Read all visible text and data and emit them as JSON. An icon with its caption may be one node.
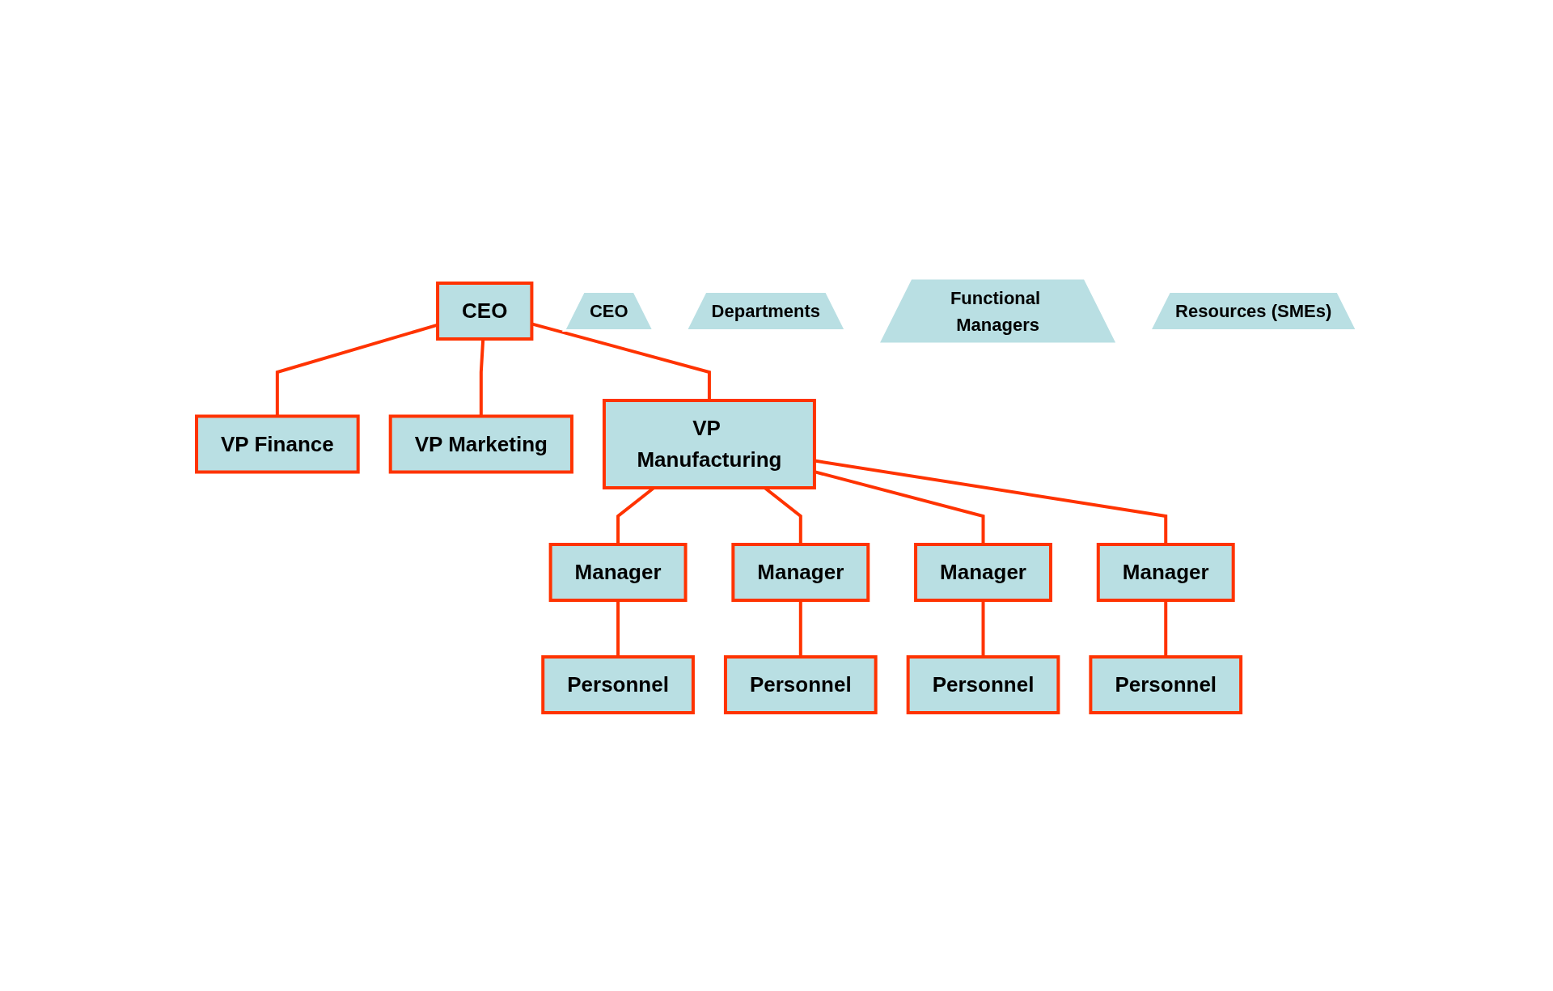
{
  "diagram": {
    "nodes": [
      {
        "text": [
          "CEO"
        ]
      },
      {
        "text": [
          "Departments"
        ]
      },
      {
        "text": [
          "Functional Managers"
        ]
      },
      {
        "text": [
          "Resources (SMEs)"
        ]
      },
      {
        "text": [
          "CEO"
        ]
      },
      {
        "text": [
          "VP Finance"
        ]
      },
      {
        "text": [
          "VP Marketing"
        ]
      },
      {
        "text": [
          "VP Manufacturing"
        ]
      },
      {
        "text": [
          "Manager"
        ]
      },
      {
        "text": [
          "Manager"
        ]
      },
      {
        "text": [
          "Manager"
        ]
      },
      {
        "text": [
          "Manager"
        ]
      },
      {
        "text": [
          "Personnel"
        ]
      },
      {
        "text": [
          "Personnel"
        ]
      },
      {
        "text": [
          "Personnel"
        ]
      },
      {
        "text": [
          "Personnel"
        ]
      }
    ],
    "edges": [
      {
        "from": 4,
        "to": 5,
        "arrow": "none"
      },
      {
        "from": 4,
        "to": 6,
        "arrow": "none"
      },
      {
        "from": 4,
        "to": 7,
        "arrow": "none"
      },
      {
        "from": 7,
        "to": 8,
        "arrow": "none"
      },
      {
        "from": 7,
        "to": 9,
        "arrow": "none"
      },
      {
        "from": 7,
        "to": 10,
        "arrow": "none"
      },
      {
        "from": 7,
        "to": 11,
        "arrow": "none"
      },
      {
        "from": 8,
        "to": 12,
        "arrow": "none"
      },
      {
        "from": 9,
        "to": 13,
        "arrow": "none"
      },
      {
        "from": 10,
        "to": 14,
        "arrow": "none"
      },
      {
        "from": 11,
        "to": 15,
        "arrow": "none"
      }
    ]
  }
}
